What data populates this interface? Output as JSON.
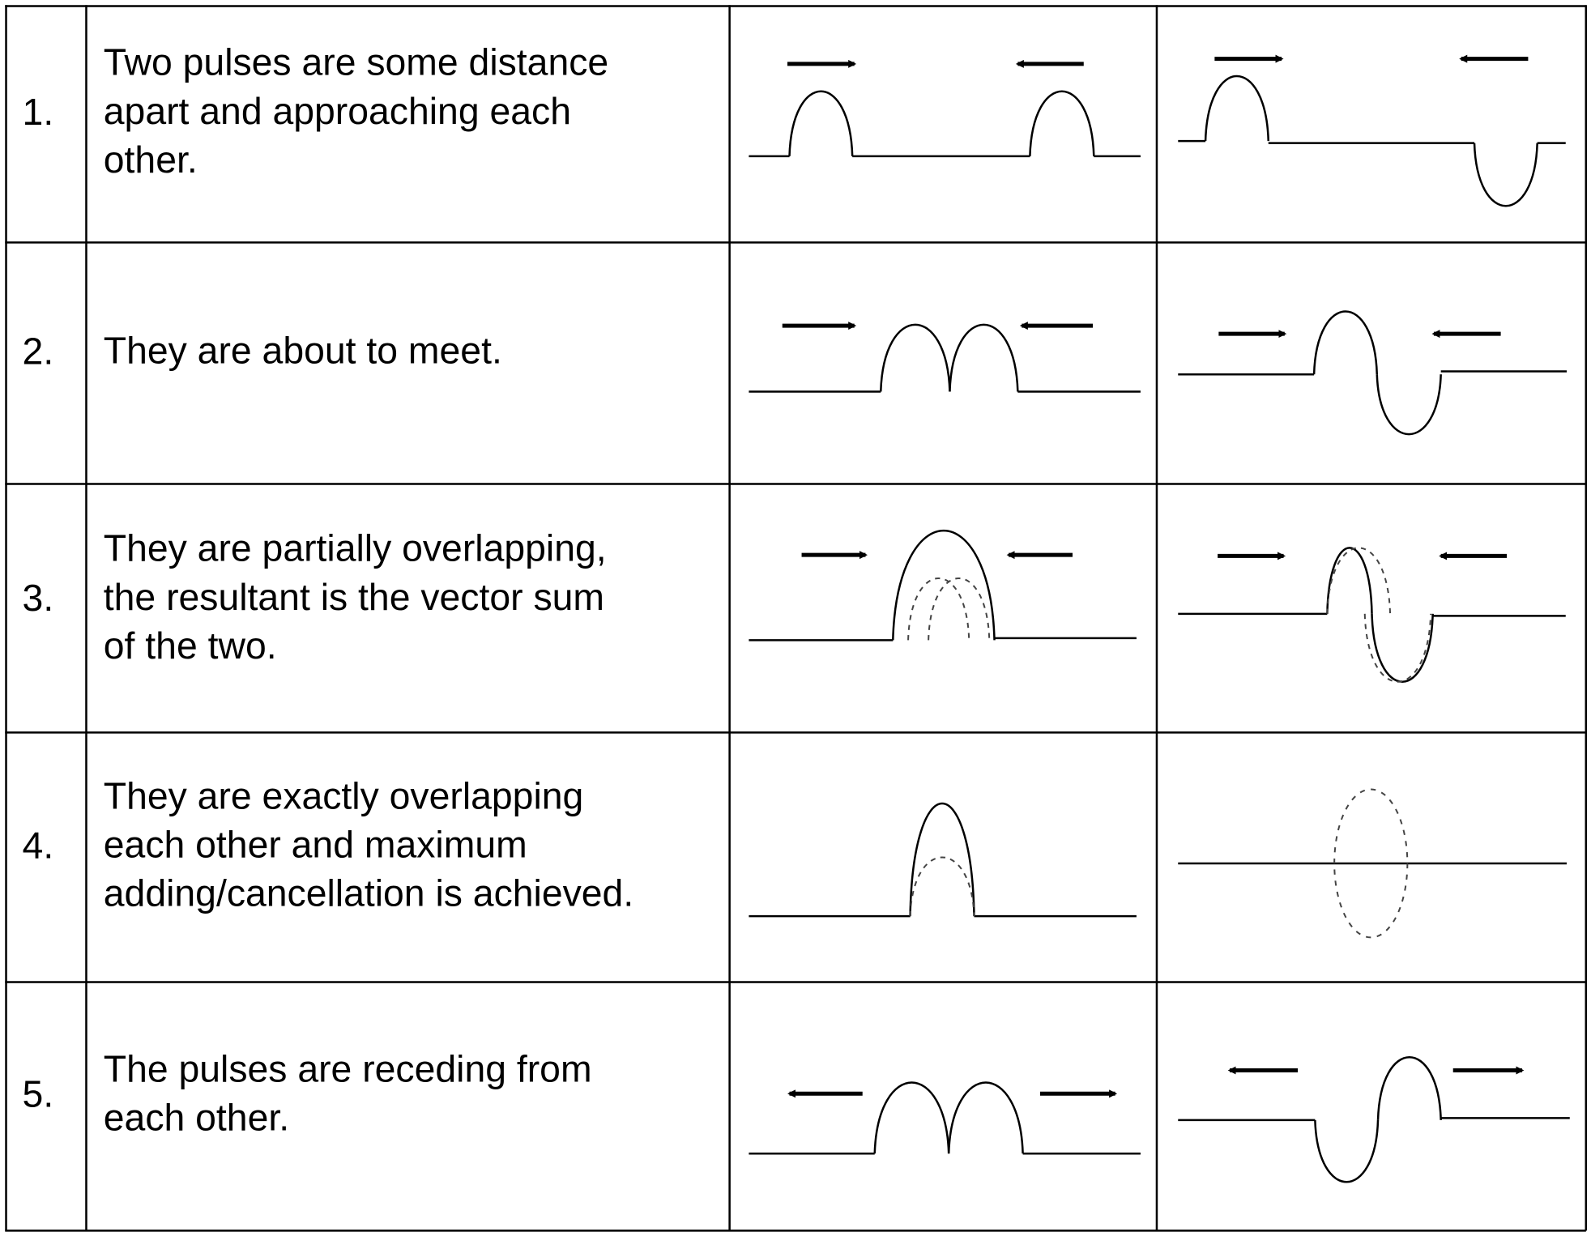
{
  "rows": [
    {
      "number": "1.",
      "lines": [
        "Two pulses are some distance",
        "apart and approaching each",
        "other."
      ]
    },
    {
      "number": "2.",
      "lines": [
        "They are about to meet."
      ]
    },
    {
      "number": "3.",
      "lines": [
        "They are partially overlapping,",
        "the resultant is the vector sum",
        "of the two."
      ]
    },
    {
      "number": "4.",
      "lines": [
        "They are exactly overlapping",
        "each other and maximum",
        "adding/cancellation is achieved."
      ]
    },
    {
      "number": "5.",
      "lines": [
        "The pulses are receding from",
        "each other."
      ]
    }
  ]
}
